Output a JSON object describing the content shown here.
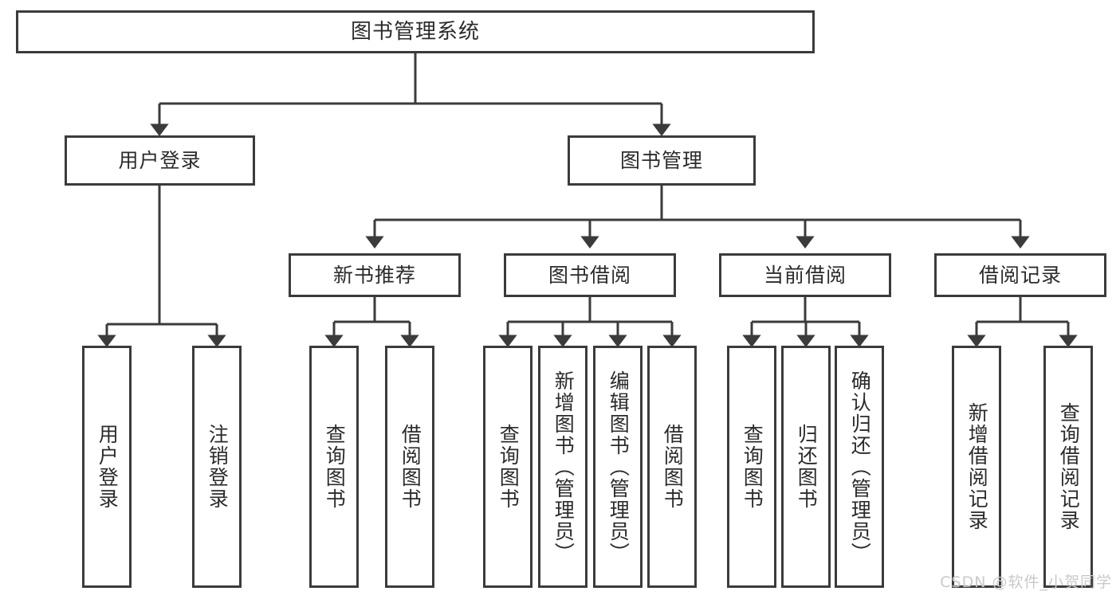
{
  "diagram": {
    "title": "图书管理系统",
    "watermark": "CSDN @软件_小贺同学",
    "colors": {
      "background": "#ffffff",
      "border": "#3b3b3b",
      "edge": "#3b3b3b",
      "text": "#2b2b2b",
      "watermark": "#c9c9c9"
    },
    "levels": {
      "root": {
        "label": "图书管理系统"
      },
      "level1": [
        {
          "label": "用户登录"
        },
        {
          "label": "图书管理"
        }
      ],
      "level2": [
        {
          "label": "新书推荐"
        },
        {
          "label": "图书借阅"
        },
        {
          "label": "当前借阅"
        },
        {
          "label": "借阅记录"
        }
      ],
      "leaves": {
        "user_login": [
          {
            "label": "用户登录"
          },
          {
            "label": "注销登录"
          }
        ],
        "new_book_recommend": [
          {
            "label": "查询图书"
          },
          {
            "label": "借阅图书"
          }
        ],
        "book_borrow": [
          {
            "label": "查询图书"
          },
          {
            "label": "新增图书（管理员）"
          },
          {
            "label": "编辑图书（管理员）"
          },
          {
            "label": "借阅图书"
          }
        ],
        "current_borrow": [
          {
            "label": "查询图书"
          },
          {
            "label": "归还图书"
          },
          {
            "label": "确认归还（管理员）"
          }
        ],
        "borrow_record": [
          {
            "label": "新增借阅记录"
          },
          {
            "label": "查询借阅记录"
          }
        ]
      }
    }
  }
}
